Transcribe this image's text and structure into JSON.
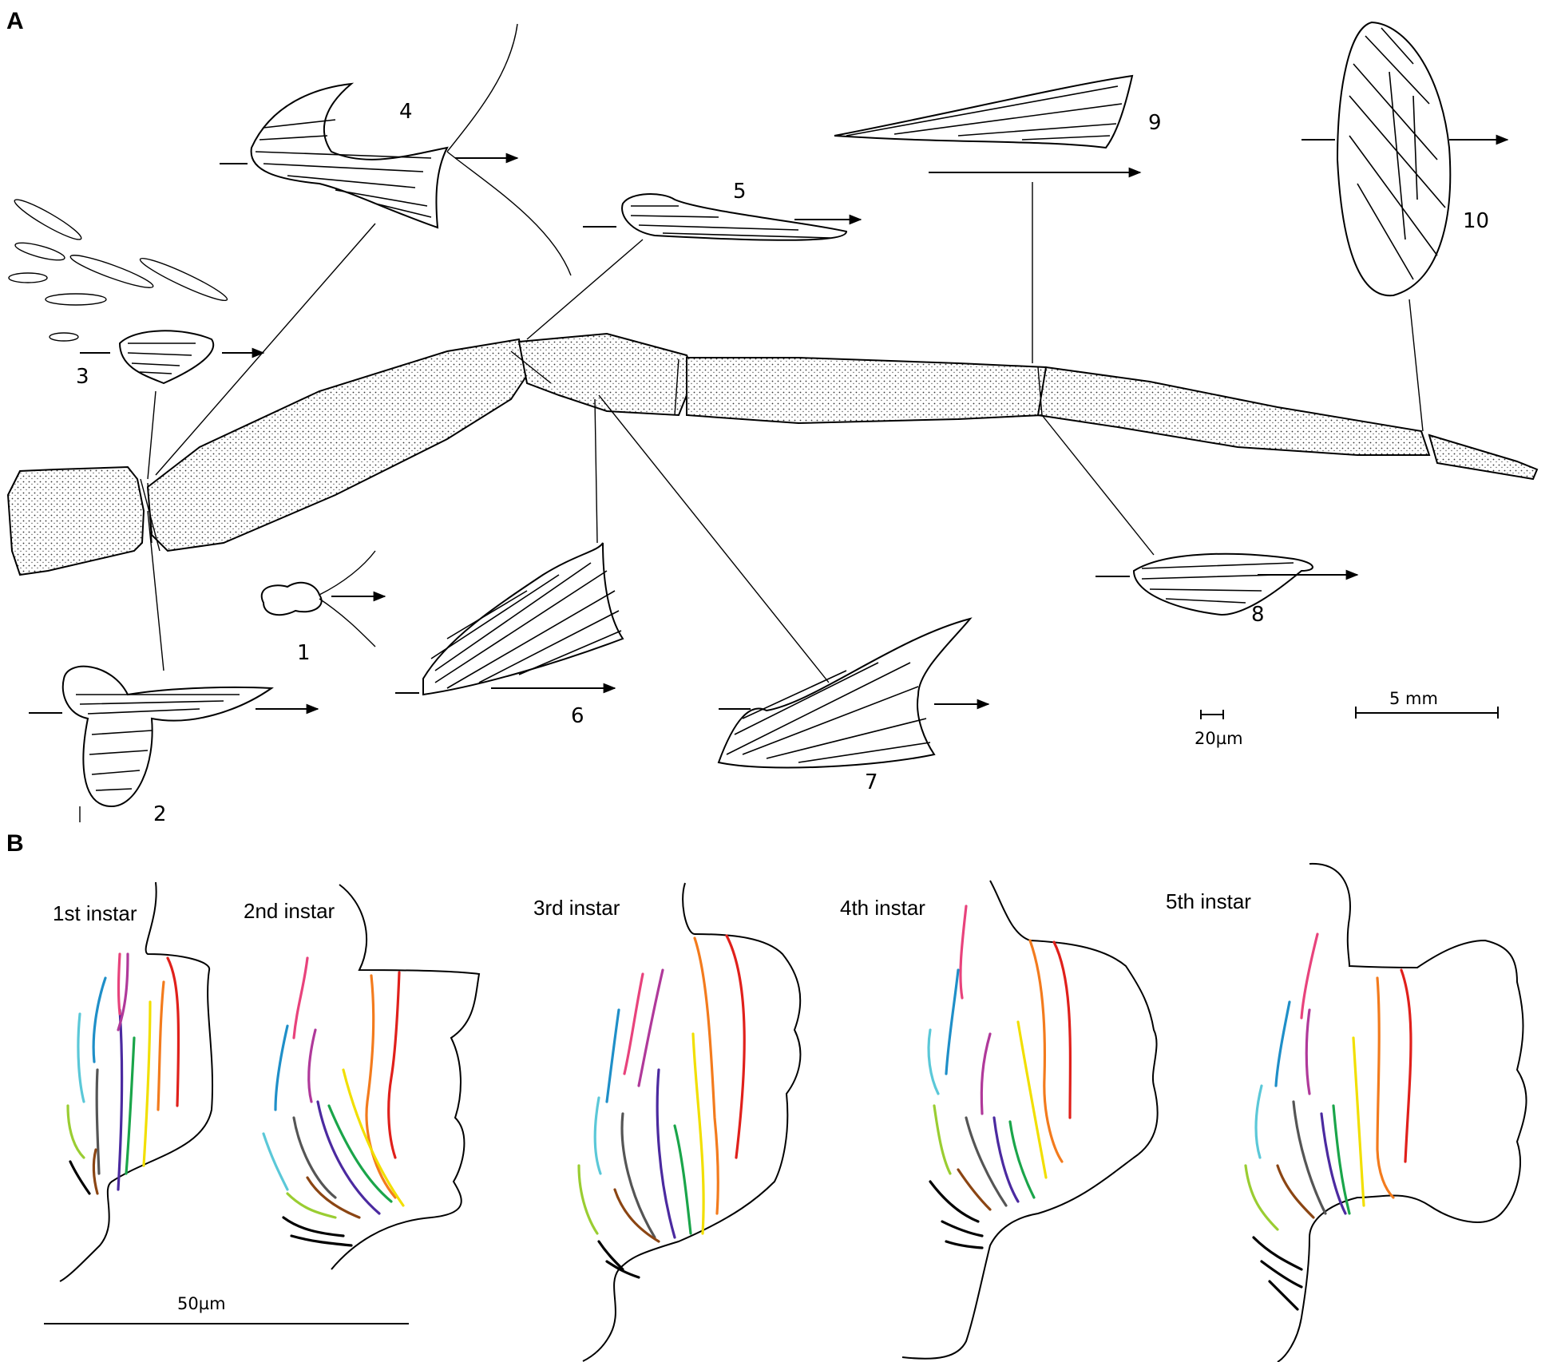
{
  "panels": {
    "a": {
      "letter": "A"
    },
    "b": {
      "letter": "B"
    }
  },
  "panel_a": {
    "muscle_labels": [
      "1",
      "2",
      "3",
      "4",
      "5",
      "6",
      "7",
      "8",
      "9",
      "10"
    ],
    "scale_bars": {
      "micro": "20µm",
      "macro": "5 mm"
    }
  },
  "panel_b": {
    "instars": [
      "1st instar",
      "2nd instar",
      "3rd instar",
      "4th instar",
      "5th instar"
    ],
    "scale_bar": "50µm",
    "fibre_colors": [
      "#000000",
      "#9acd32",
      "#5bc8d8",
      "#1f8fc8",
      "#e8437c",
      "#b0399a",
      "#4b2aa0",
      "#555555",
      "#8b4513",
      "#1aa54a",
      "#f2df00",
      "#f37b1d",
      "#e0201b"
    ]
  }
}
